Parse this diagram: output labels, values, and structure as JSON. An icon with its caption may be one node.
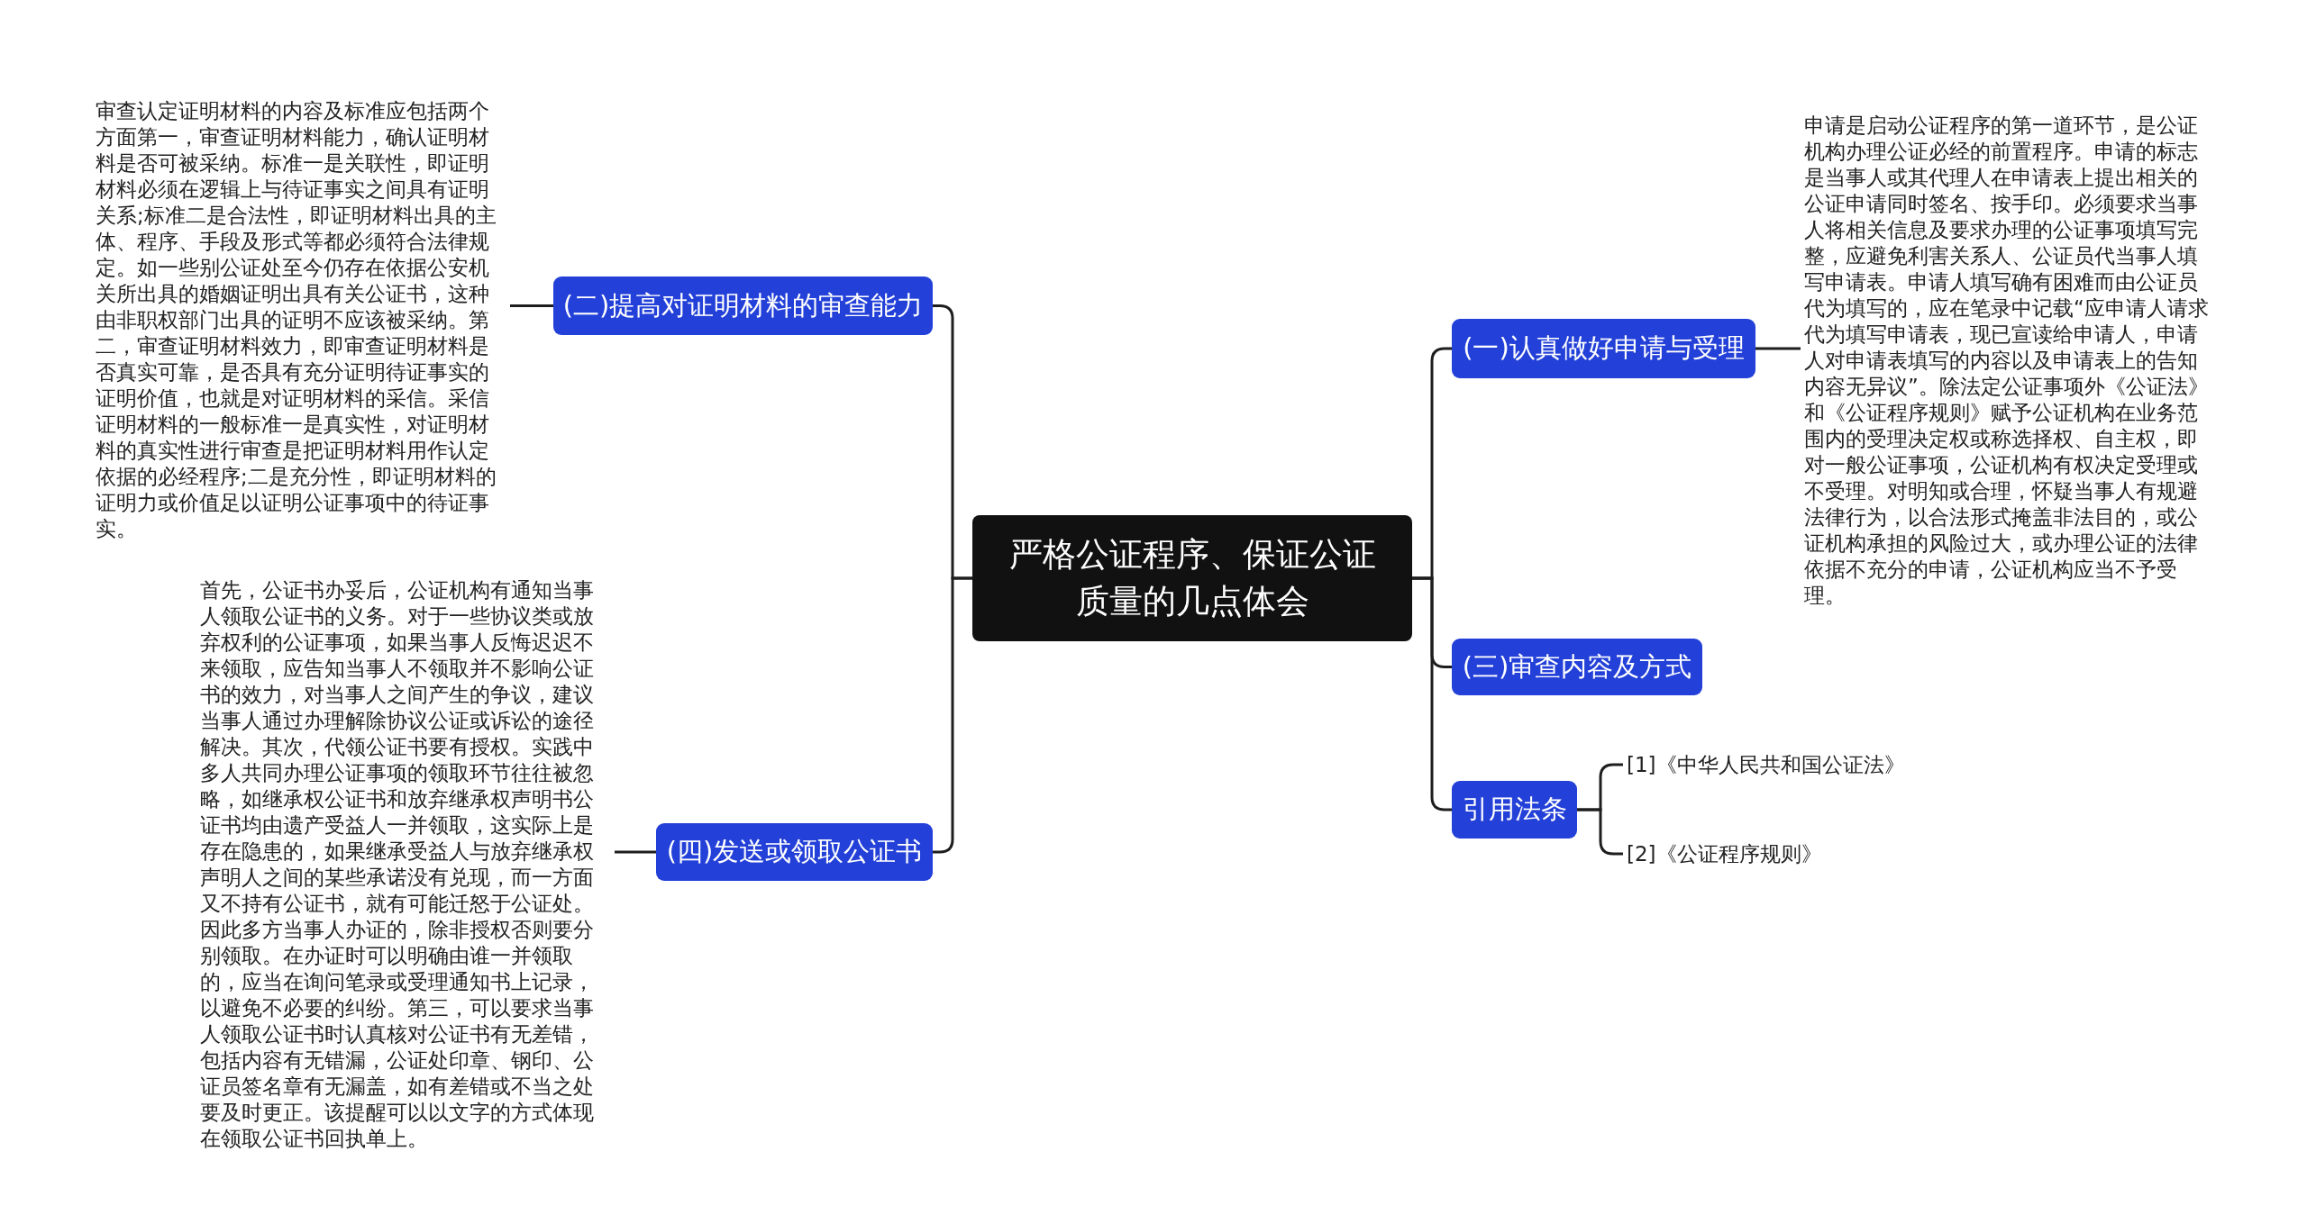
{
  "diagram": {
    "nodes": [
      {
        "text": [
          "严格公证程序、保证公证质量的几点体会"
        ]
      },
      {
        "text": [
          "(二)提高对证明材料的审查能力"
        ]
      },
      {
        "text": [
          "审查认定证明材料的内容及标准应包括两个方面第一，审查证明材料能力，确认证明材料是否可被采纳。标准一是关联性，即证明材料必须在逻辑上与待证事实之间具有证明关系;标准二是合法性，即证明材料出具的主体、程序、手段及形式等都必须符合法律规定。如一些别公证处至今仍存在依据公安机关所出具的婚姻证明出具有关公证书，这种由非职权部门出具的证明不应该被采纳。第二，审查证明材料效力，即审查证明材料是否真实可靠，是否具有充分证明待证事实的证明价值，也就是对证明材料的采信。采信证明材料的一般标准一是真实性，对证明材料的真实性进行审查是把证明材料用作认定依据的必经程序;二是充分性，即证明材料的证明力或价值足以证明公证事项中的待证事实。"
        ]
      },
      {
        "text": [
          "(四)发送或领取公证书"
        ]
      },
      {
        "text": [
          "首先，公证书办妥后，公证机构有通知当事人领取公证书的义务。对于一些协议类或放弃权利的公证事项，如果当事人反悔迟迟不来领取，应告知当事人不领取并不影响公证书的效力，对当事人之间产生的争议，建议当事人通过办理解除协议公证或诉讼的途径解决。其次，代领公证书要有授权。实践中多人共同办理公证事项的领取环节往往被忽略，如继承权公证书和放弃继承权声明书公证书均由遗产受益人一并领取，这实际上是存在隐患的，如果继承受益人与放弃继承权声明人之间的某些承诺没有兑现，而一方面又不持有公证书，就有可能迁怒于公证处。因此多方当事人办证的，除非授权否则要分别领取。在办证时可以明确由谁一并领取的，应当在询问笔录或受理通知书上记录，以避免不必要的纠纷。第三，可以要求当事人领取公证书时认真核对公证书有无差错，包括内容有无错漏，公证处印章、钢印、公证员签名章有无漏盖，如有差错或不当之处要及时更正。该提醒可以以文字的方式体现在领取公证书回执单上。"
        ]
      },
      {
        "text": [
          "(一)认真做好申请与受理"
        ]
      },
      {
        "text": [
          "申请是启动公证程序的第一道环节，是公证机构办理公证必经的前置程序。申请的标志是当事人或其代理人在申请表上提出相关的公证申请同时签名、按手印。必须要求当事人将相关信息及要求办理的公证事项填写完整，应避免利害关系人、公证员代当事人填写申请表。申请人填写确有困难而由公证员代为填写的，应在笔录中记载“应申请人请求代为填写申请表，现已宣读给申请人，申请人对申请表填写的内容以及申请表上的告知内容无异议”。除法定公证事项外《公证法》和《公证程序规则》赋予公证机构在业务范围内的受理决定权或称选择权、自主权，即对一般公证事项，公证机构有权决定受理或不受理。对明知或合理，怀疑当事人有规避法律行为，以合法形式掩盖非法目的，或公证机构承担的风险过大，或办理公证的法律依据不充分的申请，公证机构应当不予受理。"
        ]
      },
      {
        "text": [
          "(三)审查内容及方式"
        ]
      },
      {
        "text": [
          "引用法条"
        ]
      },
      {
        "text": [
          "[1]《中华人民共和国公证法》"
        ]
      },
      {
        "text": [
          "[2]《公证程序规则》"
        ]
      }
    ],
    "edges": [
      {
        "from": 0,
        "to": 1,
        "arrow": "none"
      },
      {
        "from": 1,
        "to": 2,
        "arrow": "none"
      },
      {
        "from": 0,
        "to": 3,
        "arrow": "none"
      },
      {
        "from": 3,
        "to": 4,
        "arrow": "none"
      },
      {
        "from": 0,
        "to": 5,
        "arrow": "none"
      },
      {
        "from": 5,
        "to": 6,
        "arrow": "none"
      },
      {
        "from": 0,
        "to": 7,
        "arrow": "none"
      },
      {
        "from": 0,
        "to": 8,
        "arrow": "none"
      },
      {
        "from": 8,
        "to": 9,
        "arrow": "none"
      },
      {
        "from": 8,
        "to": 10,
        "arrow": "none"
      }
    ]
  }
}
